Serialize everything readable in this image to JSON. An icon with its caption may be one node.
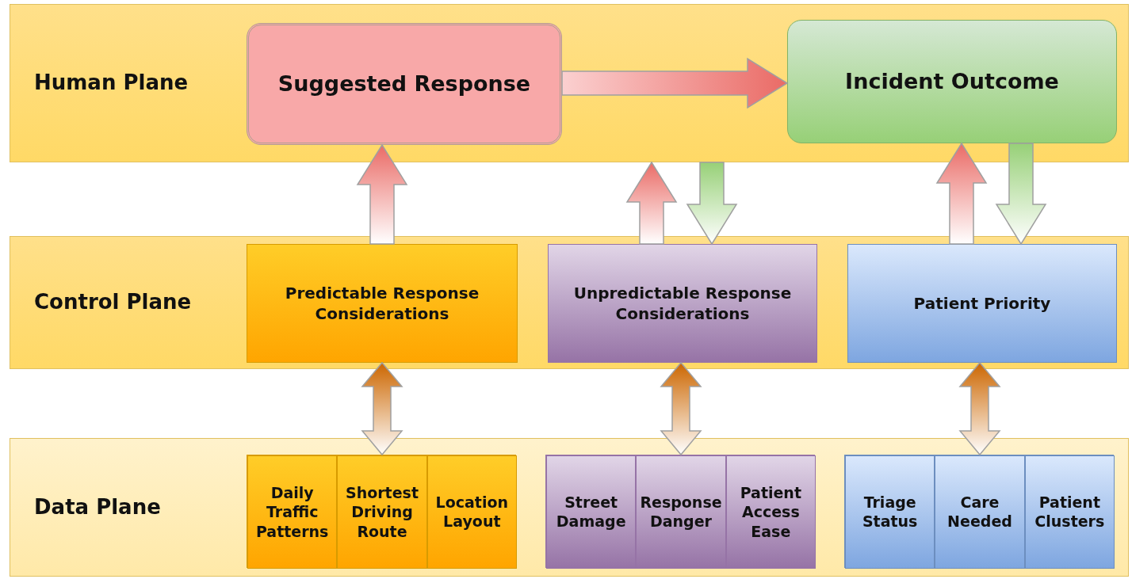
{
  "diagram": {
    "nodes": [
      {
        "text": [
          "Human Plane"
        ]
      },
      {
        "text": [
          "Suggested Response"
        ],
        "in": 0
      },
      {
        "text": [
          "Incident Outcome"
        ],
        "in": 0
      },
      {
        "text": [
          "Control Plane"
        ]
      },
      {
        "text": [
          "Predictable Response Considerations"
        ],
        "in": 3
      },
      {
        "text": [
          "Unpredictable Response Considerations"
        ],
        "in": 3
      },
      {
        "text": [
          "Patient Priority"
        ],
        "in": 3
      },
      {
        "text": [
          "Data Plane"
        ]
      },
      {
        "text": [],
        "shape": "box",
        "in": 7
      },
      {
        "text": [
          "Daily Traffic Patterns"
        ],
        "in": 8
      },
      {
        "text": [
          "Shortest Driving Route"
        ],
        "in": 8
      },
      {
        "text": [
          "Location Layout"
        ],
        "in": 8
      },
      {
        "text": [],
        "shape": "box",
        "in": 7
      },
      {
        "text": [
          "Street Damage"
        ],
        "in": 12
      },
      {
        "text": [
          "Response Danger"
        ],
        "in": 12
      },
      {
        "text": [
          "Patient Access Ease"
        ],
        "in": 12
      },
      {
        "text": [],
        "shape": "box",
        "in": 7
      },
      {
        "text": [
          "Triage Status"
        ],
        "in": 16
      },
      {
        "text": [
          "Care Needed"
        ],
        "in": 16
      },
      {
        "text": [
          "Patient Clusters"
        ],
        "in": 16
      }
    ],
    "edges": [
      {
        "from": 1,
        "to": 2,
        "arrow": "to",
        "style": "thick"
      },
      {
        "from": 4,
        "to": 1,
        "arrow": "to",
        "style": "thick"
      },
      {
        "from": 5,
        "to": 0,
        "arrow": "to",
        "style": "thick"
      },
      {
        "from": 0,
        "to": 5,
        "arrow": "to",
        "style": "thick",
        "color": "#97d077"
      },
      {
        "from": 6,
        "to": 2,
        "arrow": "to",
        "style": "thick"
      },
      {
        "from": 2,
        "to": 6,
        "arrow": "to",
        "style": "thick",
        "color": "#97d077"
      },
      {
        "from": 8,
        "to": 4,
        "arrow": "both",
        "style": "thick",
        "color": "#cc6600"
      },
      {
        "from": 12,
        "to": 5,
        "arrow": "both",
        "style": "thick",
        "color": "#cc6600"
      },
      {
        "from": 16,
        "to": 6,
        "arrow": "both",
        "style": "thick",
        "color": "#cc6600"
      }
    ]
  }
}
